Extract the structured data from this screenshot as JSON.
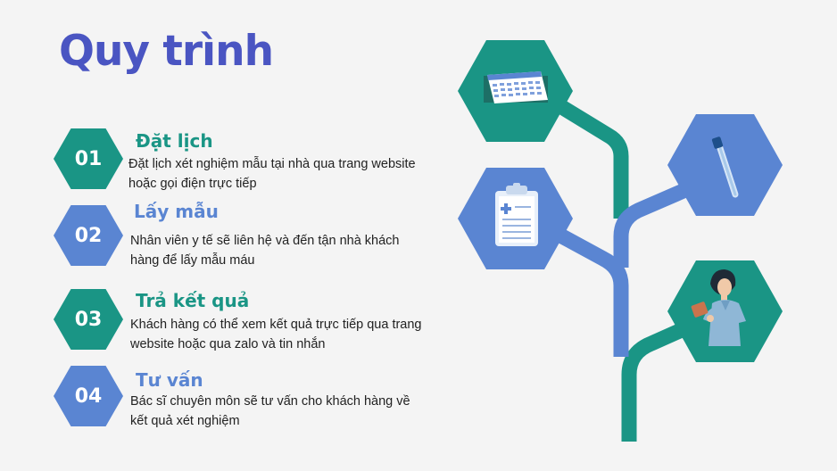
{
  "title": "Quy trình",
  "steps": [
    {
      "number": "01",
      "title": "Đặt lịch",
      "description": "Đặt lịch xét nghiệm mẫu tại nhà qua trang website hoặc gọi điện trực tiếp"
    },
    {
      "number": "02",
      "title": "Lấy mẫu",
      "description": "Nhân viên y tế sẽ liên hệ và đến tận nhà khách hàng để lấy mẫu máu"
    },
    {
      "number": "03",
      "title": "Trả kết quả",
      "description": "Khách hàng có thể xem kết quả trực tiếp qua trang website hoặc qua zalo và tin nhắn"
    },
    {
      "number": "04",
      "title": "Tư vấn",
      "description": "Bác sĩ chuyên môn sẽ tư vấn cho khách hàng về kết quả xét nghiệm"
    }
  ],
  "icons": [
    "calendar-icon",
    "test-tube-icon",
    "clipboard-icon",
    "nurse-icon"
  ],
  "colors": {
    "title": "#4a55c2",
    "teal": "#1a9585",
    "blue": "#5a85d2",
    "background": "#f4f4f4"
  }
}
